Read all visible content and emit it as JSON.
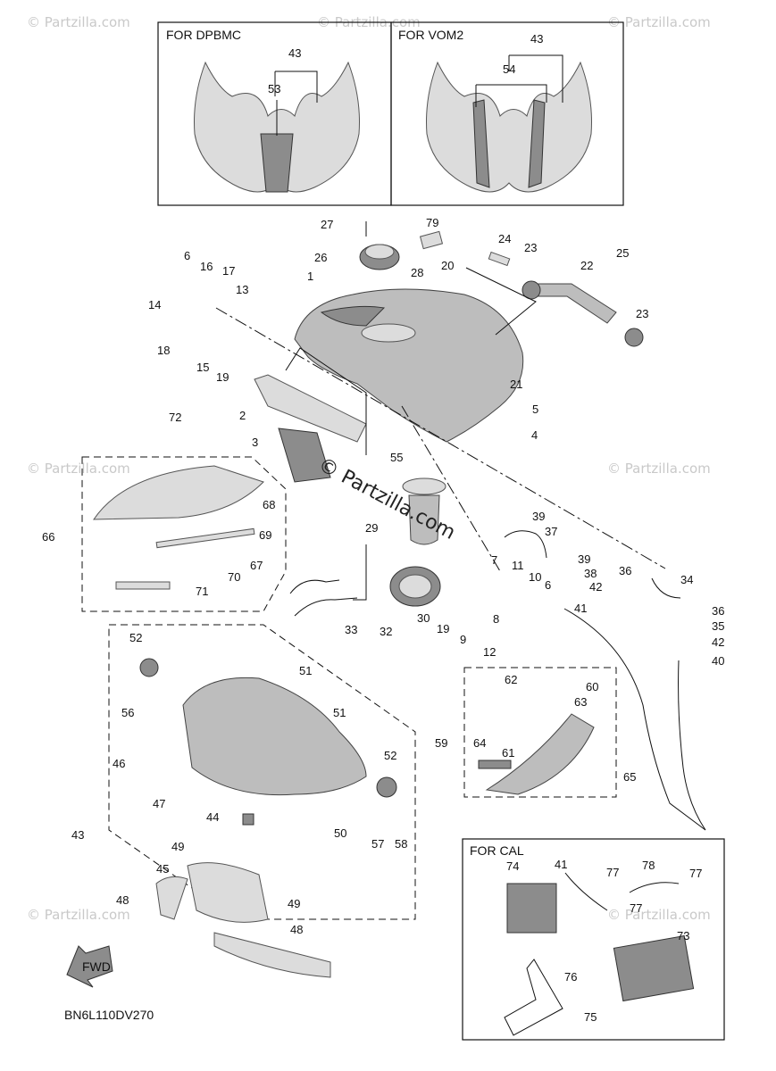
{
  "inset_boxes": {
    "dpbmc_title": "FOR DPBMC",
    "vom2_title": "FOR VOM2",
    "cal_title": "FOR CAL"
  },
  "watermarks": {
    "small": "© Partzilla.com",
    "center": "© Partzilla.com"
  },
  "diagram_code": "BN6L110DV270",
  "fwd_label": "FWD",
  "callouts": [
    "43",
    "53",
    "43",
    "54",
    "27",
    "79",
    "26",
    "28",
    "24",
    "23",
    "25",
    "22",
    "23",
    "20",
    "6",
    "16",
    "17",
    "13",
    "14",
    "1",
    "18",
    "15",
    "19",
    "21",
    "2",
    "5",
    "72",
    "4",
    "3",
    "55",
    "68",
    "66",
    "69",
    "67",
    "70",
    "71",
    "39",
    "37",
    "29",
    "36",
    "34",
    "7",
    "11",
    "39",
    "38",
    "6",
    "10",
    "42",
    "41",
    "36",
    "35",
    "33",
    "32",
    "30",
    "19",
    "9",
    "12",
    "8",
    "42",
    "40",
    "52",
    "51",
    "62",
    "60",
    "63",
    "56",
    "51",
    "59",
    "64",
    "61",
    "65",
    "46",
    "52",
    "47",
    "44",
    "50",
    "57",
    "58",
    "43",
    "49",
    "74",
    "41",
    "77",
    "78",
    "77",
    "45",
    "77",
    "48",
    "49",
    "73",
    "48",
    "76",
    "75"
  ]
}
